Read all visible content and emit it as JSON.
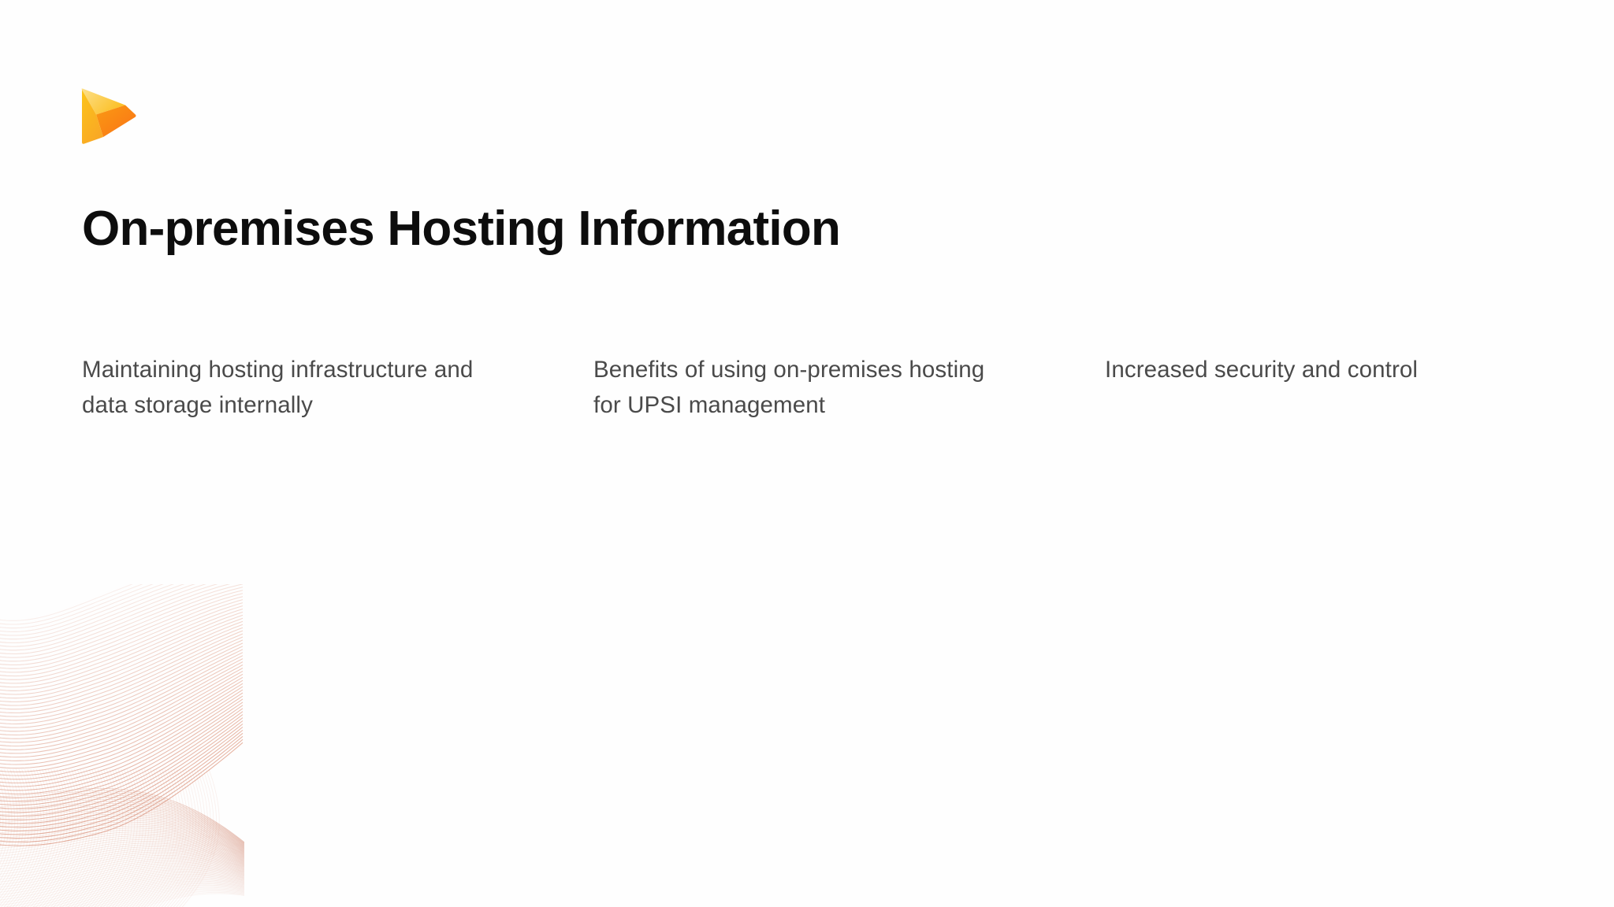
{
  "slide": {
    "background_color": "#fefefe",
    "title": "On-premises Hosting Information",
    "title_color": "#0d0d0d",
    "body_text_color": "#4a4a4a"
  },
  "logo": {
    "name": "play-triangle-logo",
    "facet_top_color": "#fcd34a",
    "facet_right_color": "#f97316",
    "facet_bottom_color": "#fbb215",
    "accent_color": "#f59e0b"
  },
  "columns": [
    {
      "id": "column-1",
      "text": "Maintaining hosting infrastructure and data storage internally"
    },
    {
      "id": "column-2",
      "text": "Benefits of using on-premises hosting for UPSI management"
    },
    {
      "id": "column-3",
      "text": "Increased security and control"
    }
  ],
  "decoration": {
    "name": "wave-contour-art",
    "line_color": "#d4806e",
    "line_color_light": "#e8b4a4",
    "line_count": 62,
    "position": "bottom-left"
  }
}
